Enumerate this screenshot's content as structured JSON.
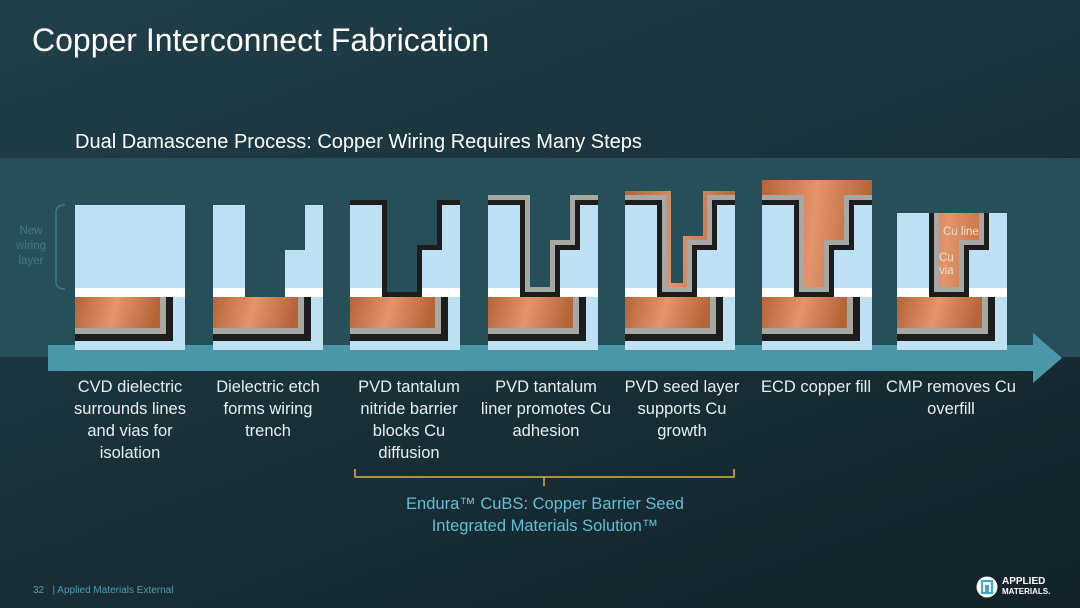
{
  "title": "Copper Interconnect Fabrication",
  "subtitle": "Dual Damascene Process: Copper Wiring Requires Many Steps",
  "legend": "New wiring layer",
  "steps": [
    {
      "caption": "CVD dielectric surrounds lines and vias for isolation"
    },
    {
      "caption": "Dielectric etch forms wiring trench"
    },
    {
      "caption": "PVD tantalum nitride barrier blocks Cu diffusion"
    },
    {
      "caption": "PVD tantalum liner promotes Cu adhesion"
    },
    {
      "caption": "PVD seed layer supports Cu growth"
    },
    {
      "caption": "ECD copper fill"
    },
    {
      "caption": "CMP removes Cu overfill"
    }
  ],
  "cu_labels": {
    "line": "Cu line",
    "via": "Cu via"
  },
  "endura": {
    "line1": "Endura™ CuBS: Copper Barrier Seed",
    "line2": "Integrated Materials Solution™"
  },
  "footer": {
    "page": "32",
    "text": "| Applied Materials External"
  },
  "logo": {
    "line1": "APPLIED",
    "line2": "MATERIALS."
  },
  "colors": {
    "dielectric": "#bde0f2",
    "copper": "#d07b4c",
    "barrier": "#1d1d1d",
    "liner": "#a8a8a2",
    "arrow": "#4a97a9",
    "band": "#274f5a",
    "accent": "#5cc0d6"
  }
}
